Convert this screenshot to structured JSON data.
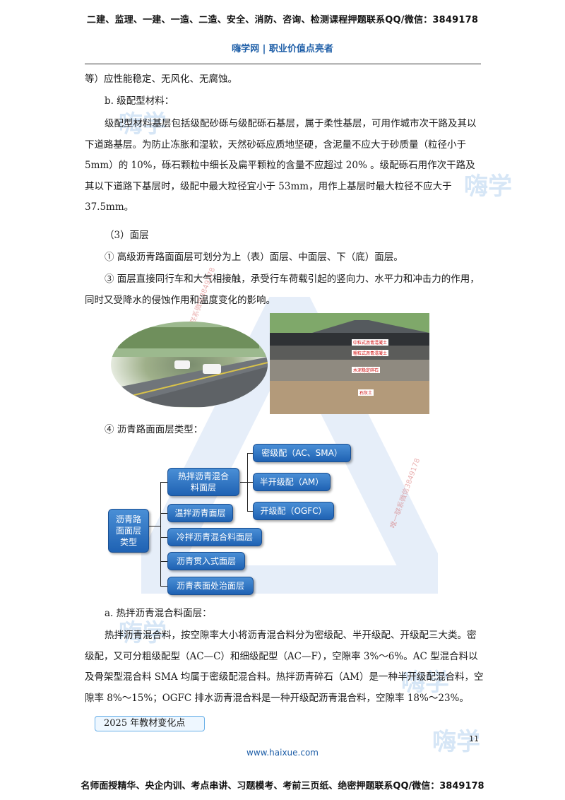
{
  "header": {
    "banner": "二建、监理、一建、一造、二造、安全、消防、咨询、检测课程押题联系QQ/微信：3849178",
    "site": "嗨学网 | 职业价值点亮者"
  },
  "watermarks": {
    "logo_text": "嗨学",
    "contact": "唯一联系微信3849178"
  },
  "body": {
    "p1": "等）应性能稳定、无风化、无腐蚀。",
    "p2": "b. 级配型材料：",
    "p3": "级配型材料基层包括级配砂砾与级配砾石基层，属于柔性基层，可用作城市次干路及其以下道路基层。为防止冻胀和湿软，天然砂砾应质地坚硬，含泥量不应大于砂质量（粒径小于 5mm）的 10%，砾石颗粒中细长及扁平颗粒的含量不应超过 20% 。级配砾石用作次干路及其以下道路下基层时，级配中最大粒径宜小于 53mm，用作上基层时最大粒径不应大于 37.5mm。",
    "p4": "（3）面层",
    "p5": "① 高级沥青路面面层可划分为上（表）面层、中面层、下（底）面层。",
    "p6": "③ 面层直接同行车和大气相接触，承受行车荷载引起的竖向力、水平力和冲击力的作用，同时又受降水的侵蚀作用和温度变化的影响。",
    "p7": "④ 沥青路面面层类型：",
    "p8": "a. 热拌沥青混合料面层：",
    "p9": "热拌沥青混合料，按空隙率大小将沥青混合料分为密级配、半开级配、开级配三大类。密级配，又可分粗级配型（AC—C）和细级配型（AC—F），空隙率 3%～6%。AC 型混合料以及骨架型混合料 SMA 均属于密级配混合料。热拌沥青碎石（AM）是一种半开级配混合料，空隙率 8%～15%；OGFC 排水沥青混合料是一种开级配沥青混合料，空隙率 18%～23%。"
  },
  "images": {
    "layers": [
      "中粒式沥青混凝土",
      "粗粒式沥青混凝土",
      "水泥稳定碎石",
      "石灰土"
    ]
  },
  "diagram": {
    "root": "沥青路面面层类型",
    "hot_mix": "热拌沥青混合料面层",
    "dense": "密级配（AC、SMA）",
    "semi_open": "半开级配（AM）",
    "open": "开级配（OGFC）",
    "warm_mix": "温拌沥青面层",
    "cold_mix": "冷拌沥青混合料面层",
    "penetration": "沥青贯入式面层",
    "surface_treat": "沥青表面处治面层"
  },
  "footer": {
    "tag": "2025 年教材变化点",
    "page_number": "11",
    "url": "www.haixue.com",
    "banner": "名师面授精华、央企内训、考点串讲、习题模考、考前三页纸、绝密押题联系QQ/微信：3849178"
  }
}
